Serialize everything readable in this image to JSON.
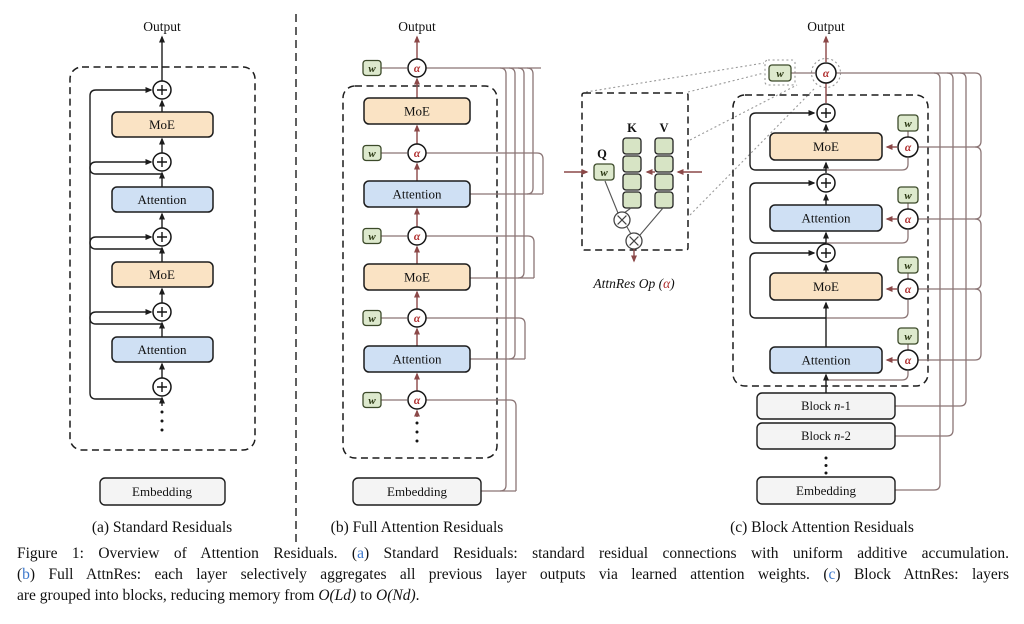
{
  "colors": {
    "moe_fill": "#fae3c4",
    "attention_fill": "#cfe0f4",
    "w_fill": "#dde9cd",
    "grey_box_fill": "#f4f4f4",
    "kv_cell_fill": "#d7e4c5",
    "alpha_red": "#b03030",
    "maroon_arrow": "#8b4848",
    "residual_line_brown": "#8b7575",
    "caption_blue": "#3b77cc"
  },
  "glyphs": {
    "w": "w",
    "alpha": "α"
  },
  "panel_a": {
    "output": "Output",
    "moe": "MoE",
    "attention": "Attention",
    "embedding": "Embedding",
    "caption": "(a) Standard Residuals"
  },
  "panel_b": {
    "output": "Output",
    "moe": "MoE",
    "attention": "Attention",
    "embedding": "Embedding",
    "caption": "(b) Full Attention Residuals"
  },
  "inset": {
    "k": "K",
    "v": "V",
    "q": "Q",
    "caption_pre": "AttnRes Op (",
    "caption_alpha": "α",
    "caption_close": ")"
  },
  "panel_c": {
    "output": "Output",
    "moe": "MoE",
    "attention": "Attention",
    "embedding": "Embedding",
    "block_word": "Block ",
    "block_n": "n",
    "block1_suffix": "-1",
    "block2_suffix": "-2",
    "caption": "(c) Block Attention Residuals"
  },
  "figure_caption": {
    "line1_prefix": "Figure 1: Overview of Attention Residuals. ",
    "a_open": "(",
    "a_letter": "a",
    "a_close": ")",
    "line1_rest": " Standard Residuals: standard residual connections with uniform additive accumulation.",
    "b_open": "(",
    "b_letter": "b",
    "b_close": ")",
    "line2_mid": " Full AttnRes: each layer selectively aggregates all previous layer outputs via learned attention weights. ",
    "c_open": "(",
    "c_letter": "c",
    "c_close": ")",
    "line2_rest": " Block AttnRes: layers",
    "line3_pre": "are grouped into blocks, reducing memory from ",
    "mem1": "O(Ld)",
    "to_word": " to ",
    "mem2": "O(Nd)",
    "period": "."
  }
}
